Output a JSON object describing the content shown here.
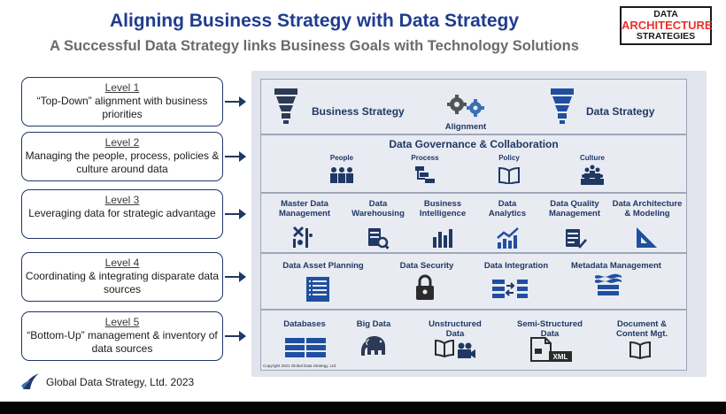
{
  "header": {
    "title": "Aligning Business Strategy with Data Strategy",
    "subtitle": "A Successful Data Strategy links Business Goals with Technology Solutions"
  },
  "logo": {
    "line1": "DATA",
    "line2": "ARCHITECTURE",
    "line3": "STRATEGIES"
  },
  "levels": [
    {
      "title": "Level 1",
      "text": "“Top-Down” alignment with business priorities"
    },
    {
      "title": "Level 2",
      "text": "Managing the people, process, policies & culture around data"
    },
    {
      "title": "Level 3",
      "text": "Leveraging data for strategic advantage"
    },
    {
      "title": "Level 4",
      "text": "Coordinating & integrating disparate data sources"
    },
    {
      "title": "Level 5",
      "text": "“Bottom-Up” management & inventory of data sources"
    }
  ],
  "row1": {
    "left": "Business Strategy",
    "middle": "Alignment",
    "right": "Data Strategy"
  },
  "row2": {
    "title": "Data Governance & Collaboration",
    "items": [
      "People",
      "Process",
      "Policy",
      "Culture"
    ]
  },
  "row3": {
    "items": [
      "Master Data Management",
      "Data Warehousing",
      "Business Intelligence",
      "Data Analytics",
      "Data Quality Management",
      "Data Architecture & Modeling"
    ]
  },
  "row4": {
    "items": [
      "Data Asset Planning",
      "Data Security",
      "Data Integration",
      "Metadata Management"
    ]
  },
  "row5": {
    "items": [
      "Databases",
      "Big Data",
      "Unstructured Data",
      "Semi-Structured Data",
      "Document & Content Mgt."
    ],
    "xml_label": "XML"
  },
  "copyright": "Copyright 2021 Global Data Strategy, Ltd",
  "footer": "Global Data Strategy, Ltd. 2023",
  "colors": {
    "navy": "#1f3864",
    "title_blue": "#1f3c91",
    "logo_red": "#e8332b"
  },
  "icons": [
    "lightbulb-icon",
    "gears-icon",
    "people-icon",
    "process-icon",
    "book-icon",
    "culture-icon",
    "mdm-icon",
    "warehouse-icon",
    "bar-chart-icon",
    "analytics-chart-icon",
    "checklist-icon",
    "triangle-ruler-icon",
    "ledger-icon",
    "lock-icon",
    "integration-icon",
    "metadata-icon",
    "database-icon",
    "elephant-icon",
    "book-camera-icon",
    "xml-file-icon",
    "document-book-icon",
    "arrow-icon"
  ]
}
